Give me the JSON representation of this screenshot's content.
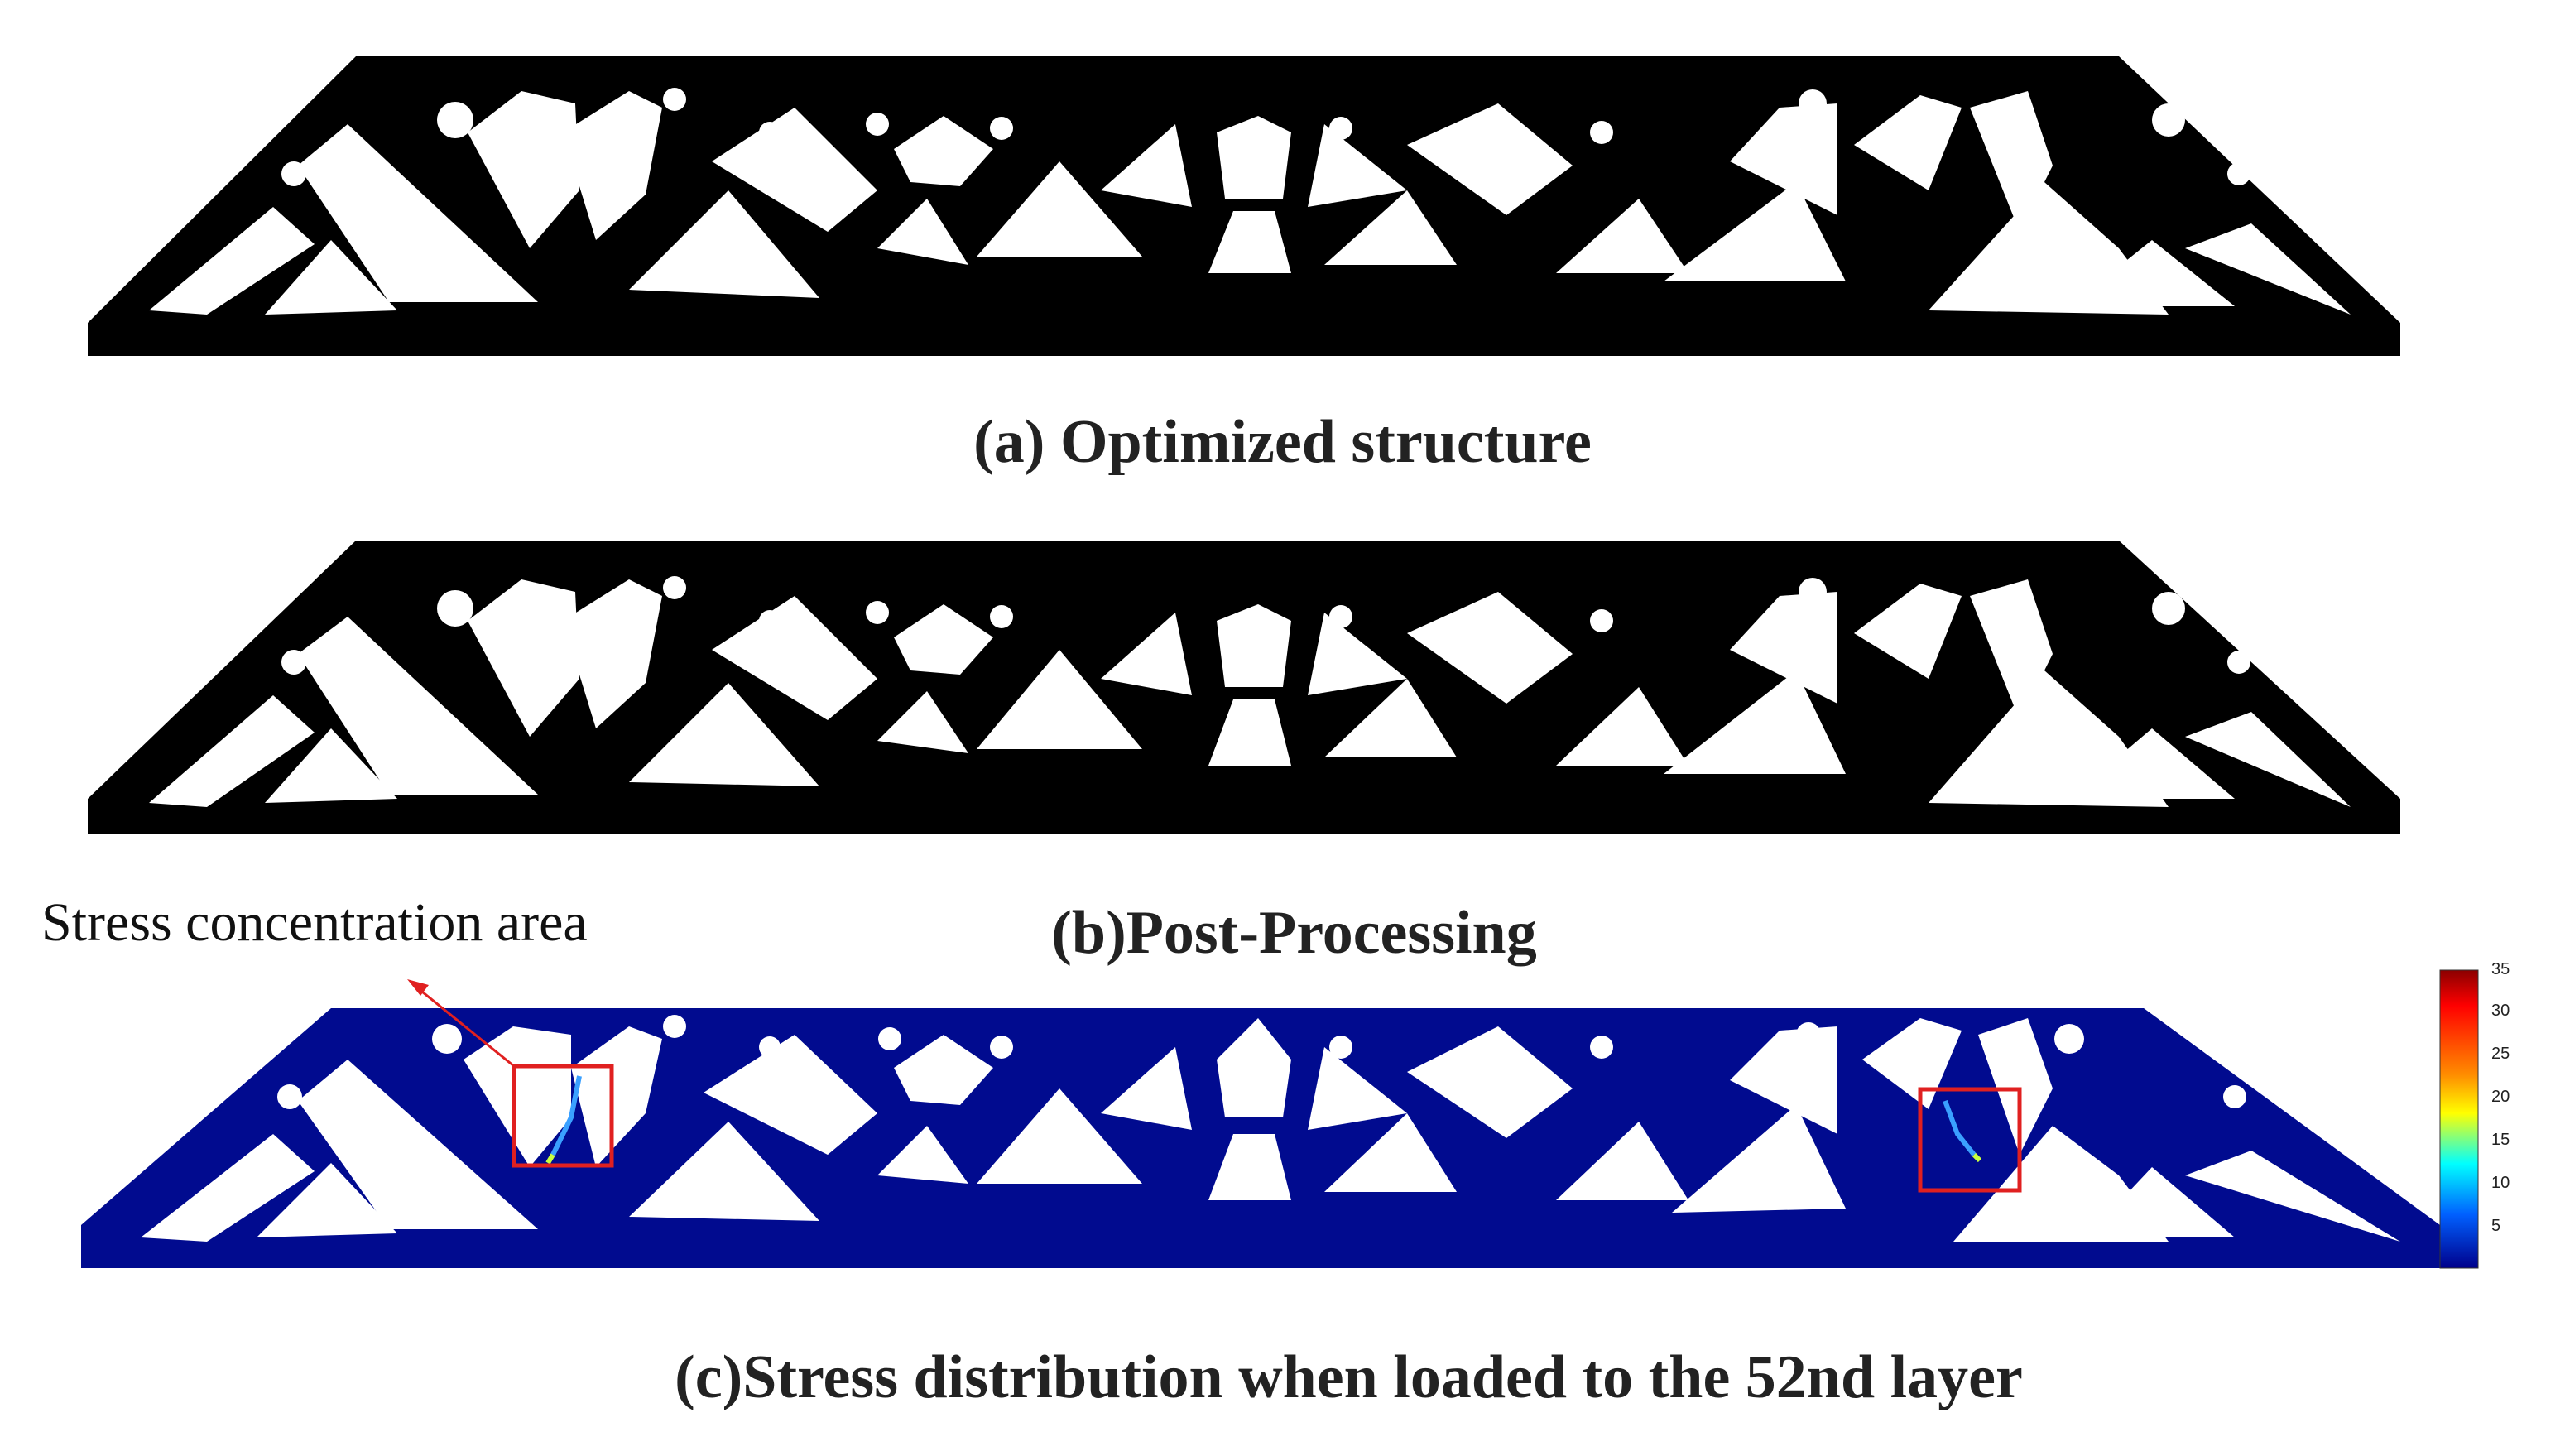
{
  "panels": {
    "a": {
      "caption": "(a) Optimized structure"
    },
    "b": {
      "caption": "(b)Post-Processing"
    },
    "c": {
      "caption": "(c)Stress distribution when loaded to the 52nd layer"
    }
  },
  "annotation": {
    "text": "Stress concentration area",
    "arrow_color": "#e02020"
  },
  "colorbar": {
    "ticks": [
      "35",
      "30",
      "25",
      "20",
      "15",
      "10",
      "5"
    ],
    "colors": [
      "#8b0000",
      "#ff0000",
      "#ff8c00",
      "#ffff00",
      "#00ffff",
      "#0060ff",
      "#00008b"
    ]
  },
  "colors": {
    "structure_a_b": "#000000",
    "structure_c": "#010b8f",
    "highlight_box": "#e02020"
  }
}
